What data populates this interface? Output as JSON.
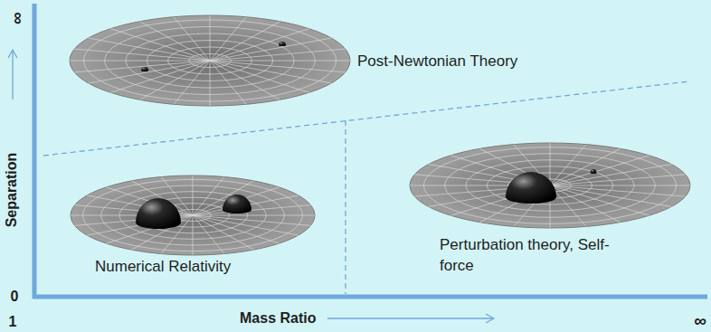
{
  "diagram": {
    "labels": [
      "∞",
      "Post-Newtonian Theory",
      "Separation",
      "Numerical Relativity",
      "Perturbation theory, Self-force",
      "0",
      "1",
      "Mass Ratio",
      "∞"
    ]
  }
}
